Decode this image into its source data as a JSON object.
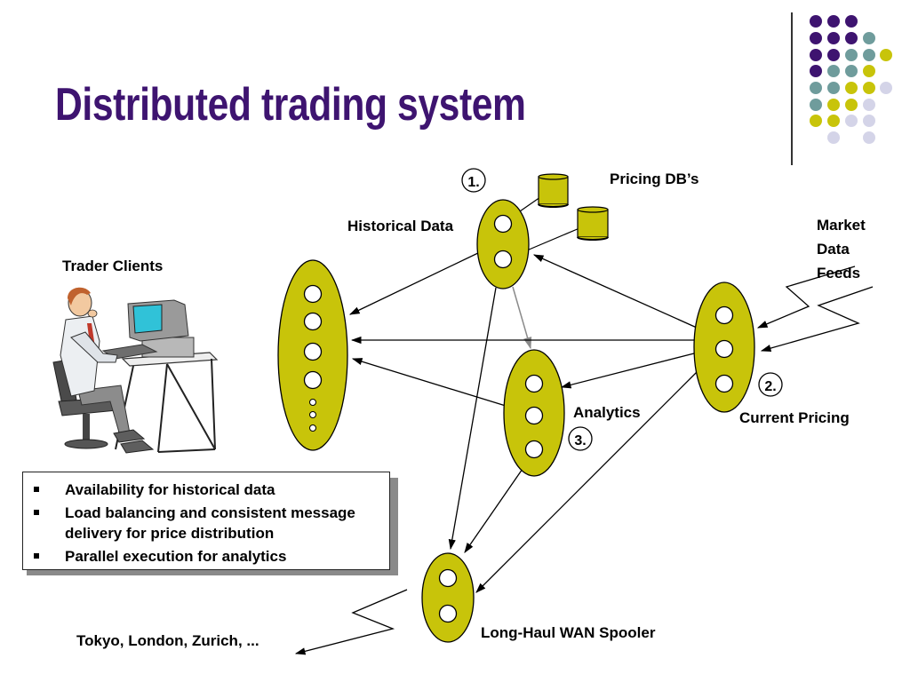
{
  "slide": {
    "title": "Distributed trading system"
  },
  "labels": {
    "pricing_dbs": "Pricing DB’s",
    "historical_data": "Historical Data",
    "trader_clients": "Trader Clients",
    "market_data_feeds": [
      "Market",
      "Data",
      "Feeds"
    ],
    "analytics": "Analytics",
    "current_pricing": "Current Pricing",
    "long_haul_wan_spooler": "Long-Haul WAN Spooler",
    "remote_sites": "Tokyo, London, Zurich, ..."
  },
  "markers": {
    "one": "1.",
    "two": "2.",
    "three": "3."
  },
  "features": [
    "Availability for historical data",
    "Load balancing and consistent message delivery for price distribution",
    "Parallel execution for analytics"
  ],
  "icons": {
    "database": "database-cylinder-icon",
    "trader": "trader-at-computer-icon",
    "bullet": "square-bullet-icon"
  },
  "colors": {
    "title": "#3e1470",
    "node_fill": "#c8c40a",
    "purple": "#3e1470",
    "teal": "#6f9c9c",
    "olive": "#c8c40a",
    "lavender": "#d4d4e8"
  }
}
